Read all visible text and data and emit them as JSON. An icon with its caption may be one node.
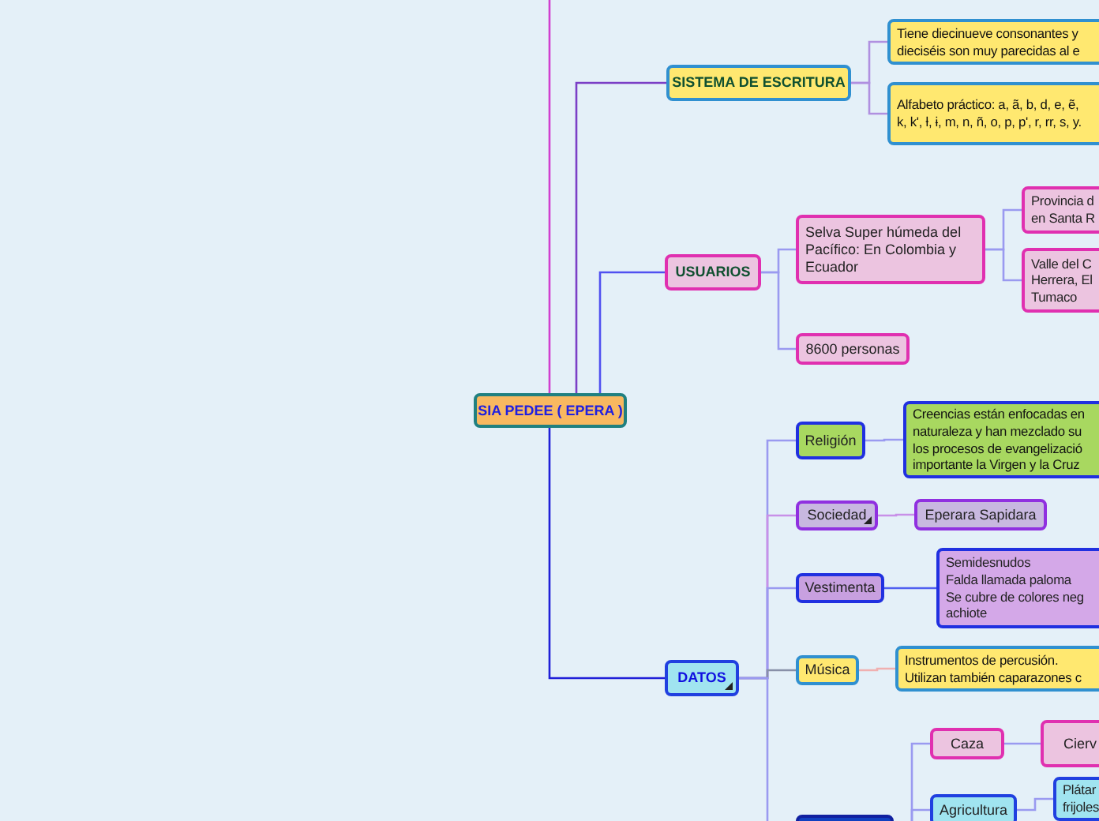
{
  "diagram": {
    "nodes": [
      {
        "text": [
          "SIA PEDEE ( EPERA )"
        ]
      },
      {
        "text": [
          "SISTEMA DE ESCRITURA"
        ]
      },
      {
        "text": [
          "Tiene diecinueve consonantes y dieciséis son muy parecidas al e"
        ]
      },
      {
        "text": [
          "Alfabeto práctico: a, ã, b, d, e, ẽ, k, k', ƚ, ɨ, m, n, ñ, o, p, p', r, rr, s, y."
        ]
      },
      {
        "text": [
          "USUARIOS"
        ]
      },
      {
        "text": [
          "Selva Super húmeda del Pacífico: En Colombia y Ecuador"
        ]
      },
      {
        "text": [
          "Provincia d en Santa R"
        ]
      },
      {
        "text": [
          "Valle del C Herrera, El Tumaco"
        ]
      },
      {
        "text": [
          "8600 personas"
        ]
      },
      {
        "text": [
          "DATOS"
        ]
      },
      {
        "text": [
          "Religión"
        ]
      },
      {
        "text": [
          "Creencias están enfocadas en naturaleza y han mezclado su los procesos de evangelizació importante la Virgen y la Cruz"
        ]
      },
      {
        "text": [
          "Sociedad"
        ]
      },
      {
        "text": [
          "Eperara Sapidara"
        ]
      },
      {
        "text": [
          "Vestimenta"
        ]
      },
      {
        "text": [
          "Semidesnudos",
          "Falda llamada paloma",
          "Se cubre de colores neg achiote"
        ]
      },
      {
        "text": [
          "Música"
        ]
      },
      {
        "text": [
          "Instrumentos de percusión.",
          "Utilizan también caparazones c"
        ]
      },
      {
        "text": [],
        "shape": "box"
      },
      {
        "text": [
          "Caza"
        ]
      },
      {
        "text": [
          "Cierv"
        ]
      },
      {
        "text": [
          "Agricultura"
        ]
      },
      {
        "text": [
          "Plátar frijoles"
        ]
      }
    ],
    "edges": [
      {
        "from": 0,
        "to": null,
        "arrow": "none",
        "color": "#d040d0"
      },
      {
        "from": 0,
        "to": 1,
        "arrow": "none",
        "color": "#7b3fc6"
      },
      {
        "from": 0,
        "to": 4,
        "arrow": "none",
        "color": "#5050f0"
      },
      {
        "from": 0,
        "to": 9,
        "arrow": "none",
        "color": "#2020d8"
      },
      {
        "from": 1,
        "to": 2,
        "arrow": "none",
        "color": "#b090e0"
      },
      {
        "from": 1,
        "to": 3,
        "arrow": "none",
        "color": "#b090e0"
      },
      {
        "from": 4,
        "to": 5,
        "arrow": "none"
      },
      {
        "from": 4,
        "to": 8,
        "arrow": "none"
      },
      {
        "from": 5,
        "to": 6,
        "arrow": "none"
      },
      {
        "from": 5,
        "to": 7,
        "arrow": "none"
      },
      {
        "from": 9,
        "to": 10,
        "arrow": "none"
      },
      {
        "from": 9,
        "to": 12,
        "arrow": "none",
        "color": "#c890e8"
      },
      {
        "from": 9,
        "to": 14,
        "arrow": "none"
      },
      {
        "from": 9,
        "to": 16,
        "arrow": "none",
        "color": "#8890a8"
      },
      {
        "from": 9,
        "to": 18,
        "arrow": "none"
      },
      {
        "from": 10,
        "to": 11,
        "arrow": "none"
      },
      {
        "from": 12,
        "to": 13,
        "arrow": "none",
        "color": "#c890e8"
      },
      {
        "from": 14,
        "to": 15,
        "arrow": "none",
        "color": "#5060f0"
      },
      {
        "from": 16,
        "to": 17,
        "arrow": "none",
        "color": "#f0b0b0"
      },
      {
        "from": 18,
        "to": 19,
        "arrow": "none"
      },
      {
        "from": 18,
        "to": 21,
        "arrow": "none"
      },
      {
        "from": 19,
        "to": 20,
        "arrow": "none"
      },
      {
        "from": 21,
        "to": 22,
        "arrow": "none"
      }
    ]
  }
}
